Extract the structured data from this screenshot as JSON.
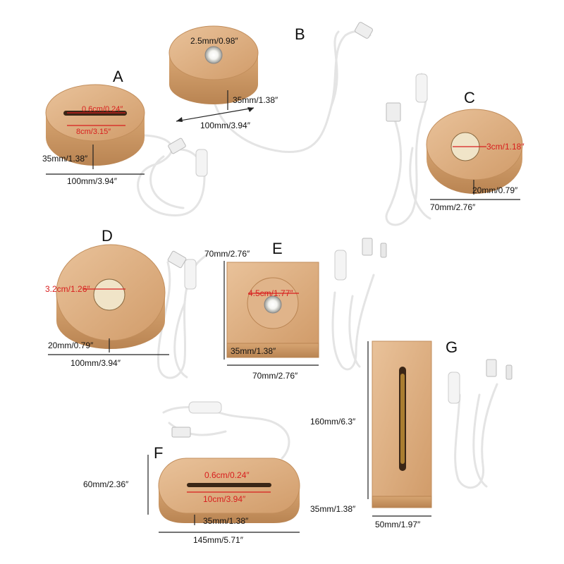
{
  "letters": {
    "a": "A",
    "b": "B",
    "c": "C",
    "d": "D",
    "e": "E",
    "f": "F",
    "g": "G"
  },
  "labels": {
    "a_slot_width": "0.6cm/0.24″",
    "a_slot_length": "8cm/3.15″",
    "a_height": "35mm/1.38″",
    "a_diameter": "100mm/3.94″",
    "b_hole": "2.5mm/0.98″",
    "b_height": "35mm/1.38″",
    "b_diameter": "100mm/3.94″",
    "c_hole": "3cm/1.18″",
    "c_height": "20mm/0.79″",
    "c_diameter": "70mm/2.76″",
    "d_hole": "3.2cm/1.26″",
    "d_height": "20mm/0.79″",
    "d_diameter": "100mm/3.94″",
    "e_depth": "70mm/2.76″",
    "e_hole": "4.5cm/1.77″",
    "e_height": "35mm/1.38″",
    "e_width": "70mm/2.76″",
    "f_slot_width": "0.6cm/0.24″",
    "f_slot_length": "10cm/3.94″",
    "f_depth": "60mm/2.36″",
    "f_height": "35mm/1.38″",
    "f_length": "145mm/5.71″",
    "g_length": "160mm/6.3″",
    "g_height": "35mm/1.38″",
    "g_width": "50mm/1.97″"
  },
  "colors": {
    "wood": "#dcae7e",
    "wood_dark": "#b98452",
    "dimension_red": "#d81e1e",
    "cable": "#e4e4e4",
    "background": "#ffffff"
  }
}
